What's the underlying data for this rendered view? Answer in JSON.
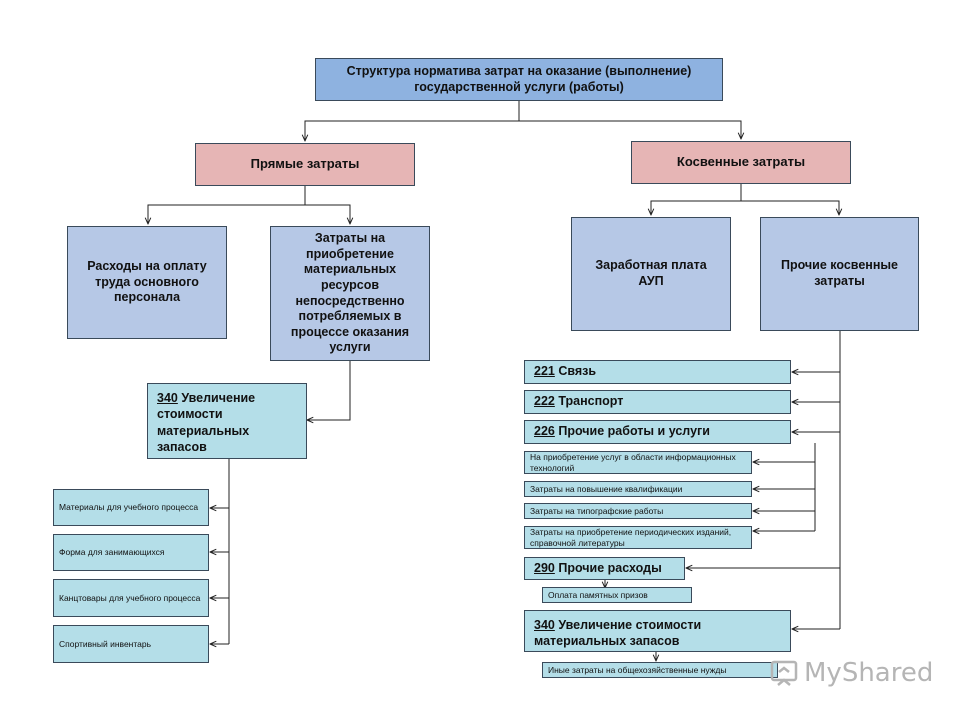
{
  "top": {
    "text": "Структура норматива затрат на оказание (выполнение) государственной  услуги (работы)"
  },
  "direct": {
    "label": "Прямые затраты"
  },
  "indirect": {
    "label": "Косвенные затраты"
  },
  "labor": {
    "label": "Расходы на оплату труда основного персонала"
  },
  "materials_purchase": {
    "label": "Затраты на приобретение материальных ресурсов непосредственно потребляемых в процессе оказания услуги"
  },
  "aup_salary": {
    "label": "Заработная плата АУП"
  },
  "other_indirect": {
    "label": "Прочие косвенные затраты"
  },
  "code340_left": {
    "code": "340",
    "label": "Увеличение стоимости материальных запасов"
  },
  "left_items": [
    "Материалы для учебного процесса",
    "Форма для занимающихся",
    "Канцтовары для учебного процесса",
    "Спортивный инвентарь"
  ],
  "codes_right": [
    {
      "code": "221",
      "label": "Связь"
    },
    {
      "code": "222",
      "label": "Транспорт"
    },
    {
      "code": "226",
      "label": "Прочие работы и услуги"
    }
  ],
  "sub226": [
    "На приобретение  услуг в области информационных  технологий",
    "Затраты  на повышение  квалификации",
    "Затраты  на типографские  работы",
    "Затраты  на приобретение  периодических изданий,  справочной литературы"
  ],
  "code290": {
    "code": "290",
    "label": "Прочие расходы"
  },
  "sub290": "Оплата  памятных  призов",
  "code340_right": {
    "code": "340",
    "label": "Увеличение стоимости материальных  запасов"
  },
  "sub340": "Иные затраты  на общехозяйственные  нужды",
  "watermark": {
    "text": "MyShared"
  },
  "colors": {
    "top": "#8eb2e0",
    "pink": "#e6b5b5",
    "blue": "#b6c8e6",
    "cyan": "#b4dee8",
    "line": "#222222"
  }
}
